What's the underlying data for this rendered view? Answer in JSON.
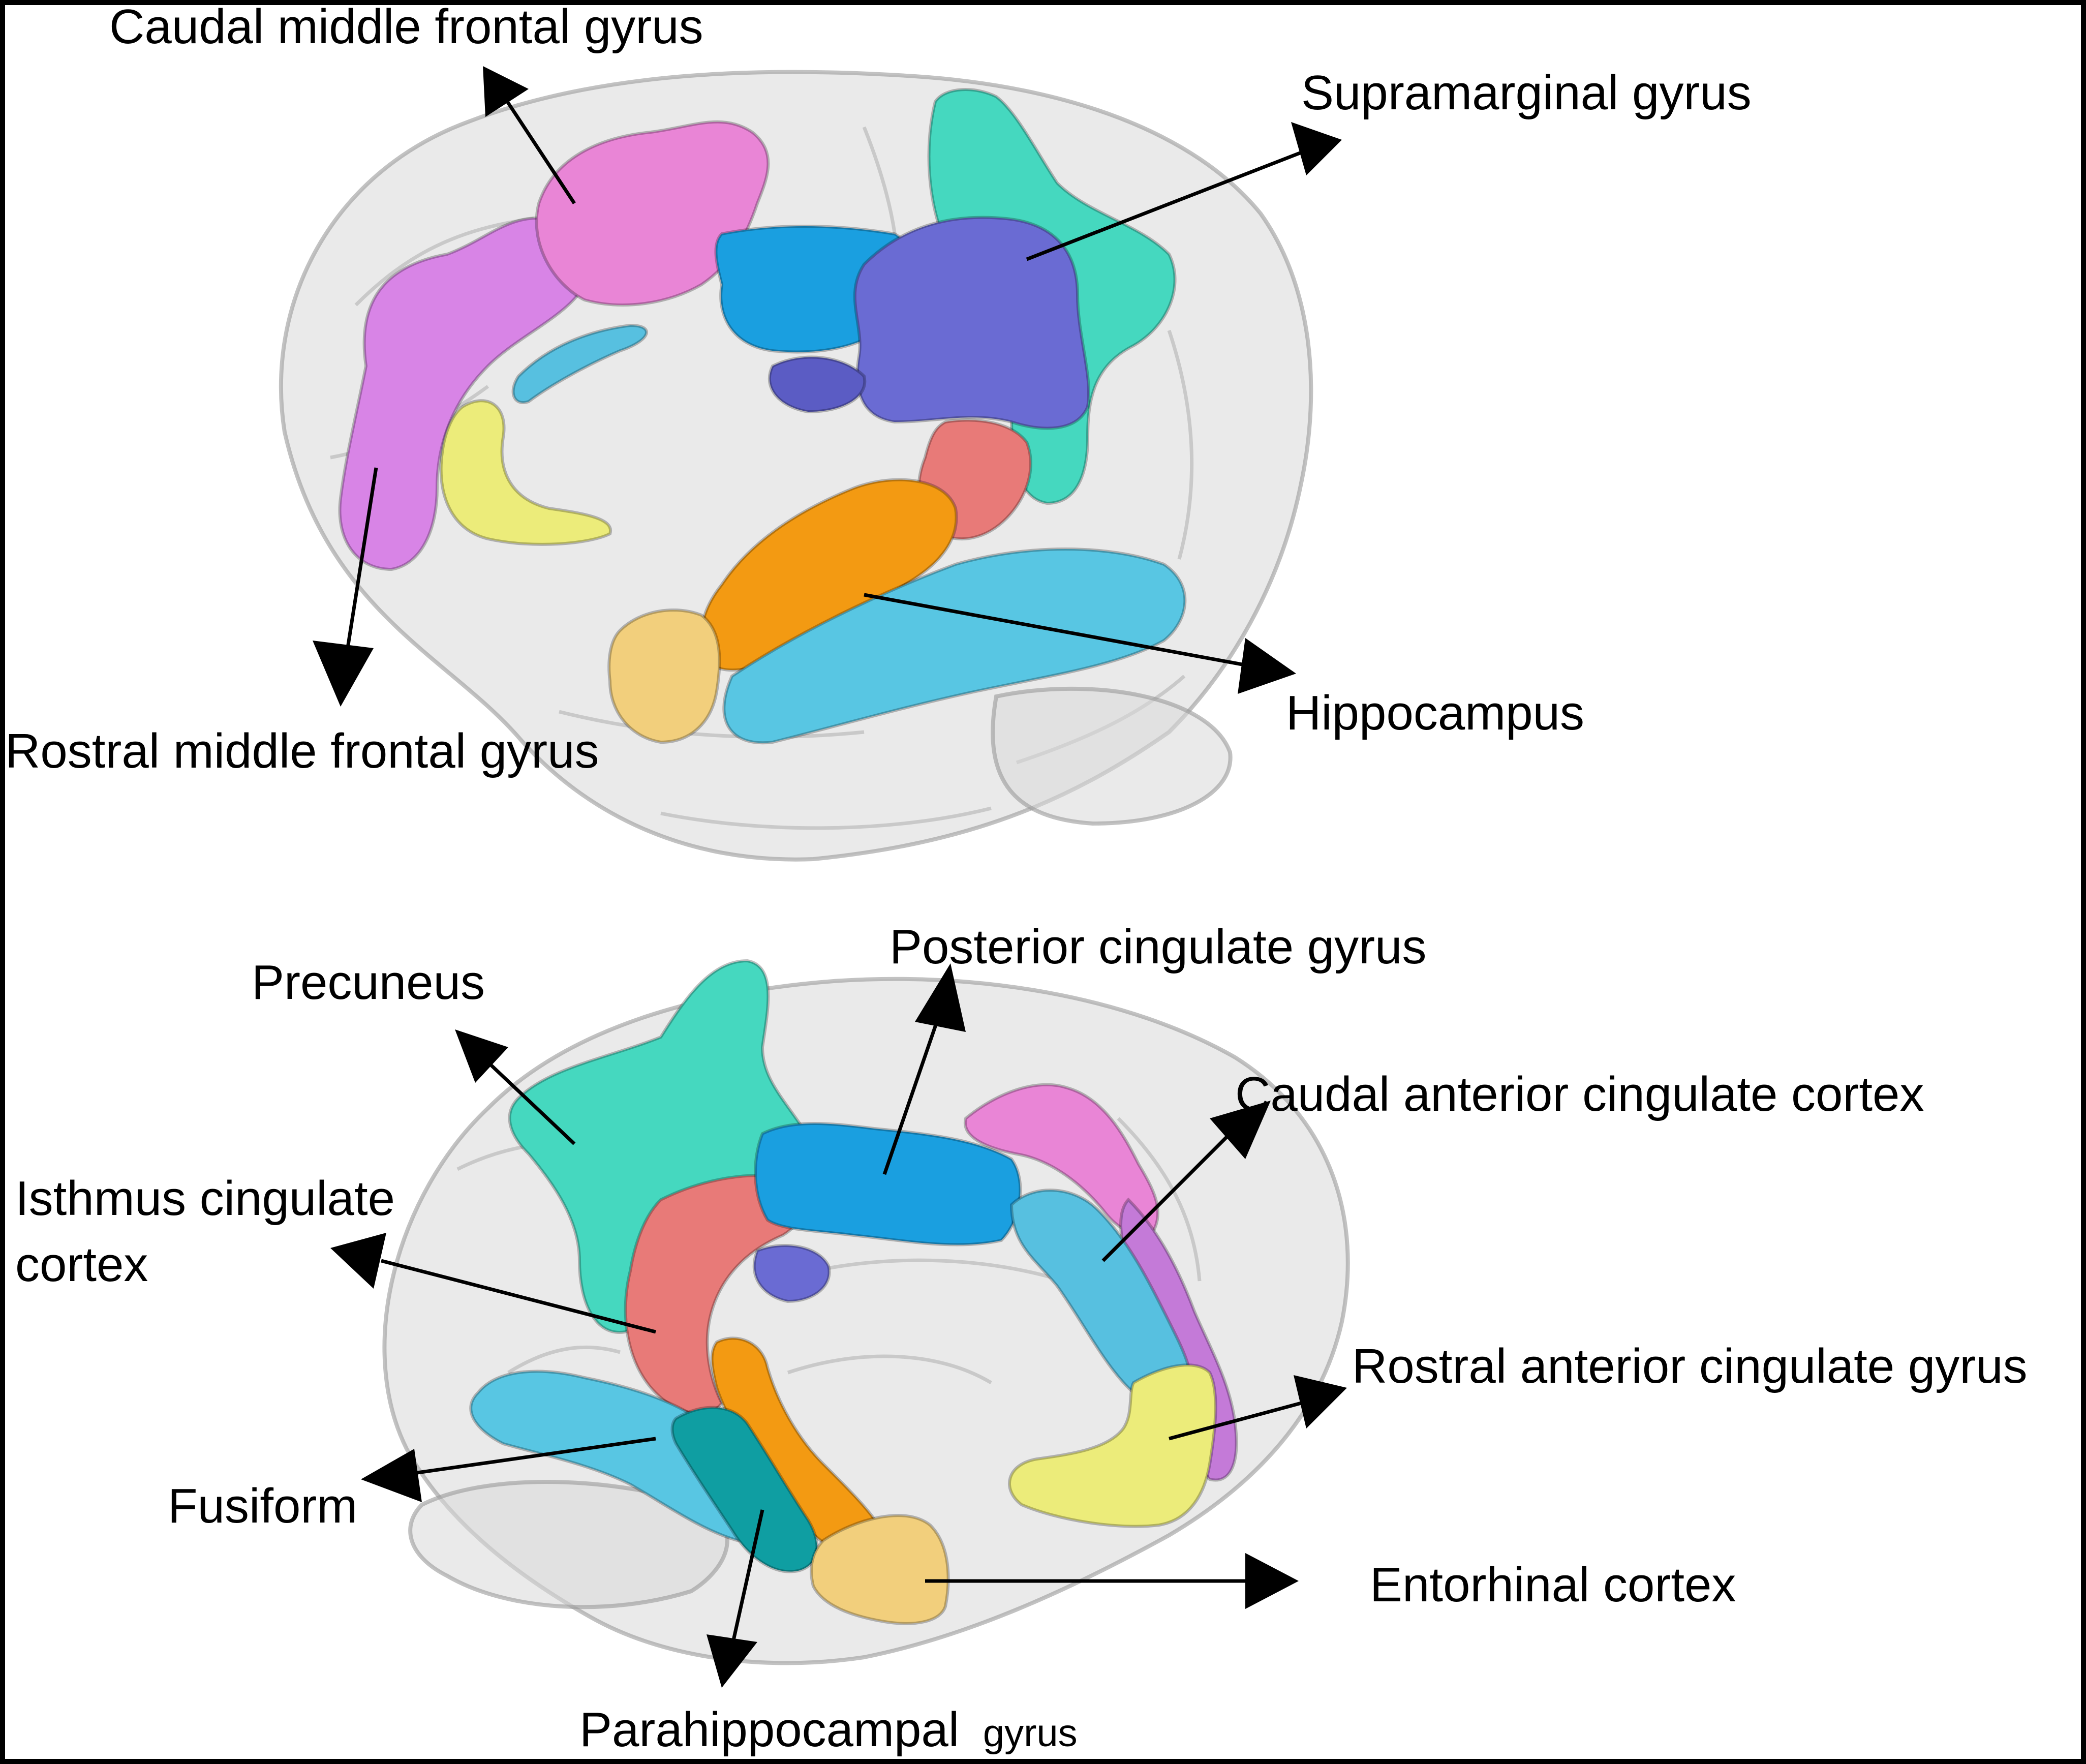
{
  "labels": {
    "caudal_middle_frontal": "Caudal middle frontal gyrus",
    "supramarginal": "Supramarginal gyrus",
    "rostral_middle_frontal": "Rostral middle frontal gyrus",
    "hippocampus": "Hippocampus",
    "precuneus": "Precuneus",
    "posterior_cingulate": "Posterior cingulate gyrus",
    "caudal_anterior_cingulate": "Caudal anterior cingulate cortex",
    "isthmus_cingulate_line1": "Isthmus cingulate",
    "isthmus_cingulate_line2": "cortex",
    "rostral_anterior_cingulate": "Rostral anterior cingulate gyrus",
    "fusiform": "Fusiform",
    "entorhinal": "Entorhinal cortex",
    "parahippocampal_main": "Parahippocampal",
    "parahippocampal_suffix": "gyrus"
  },
  "colors": {
    "caudal_middle_frontal": "#e985d6",
    "rostral_middle_frontal": "#d884e6",
    "posterior_cingulate": "#1a9fe0",
    "supramarginal": "#6a6bd3",
    "precuneus": "#45d8bf",
    "isthmus_cingulate": "#e87a78",
    "rostral_anterior_cingulate": "#ecec7a",
    "hippocampus": "#f39a12",
    "entorhinal": "#f2cf7c",
    "fusiform": "#58c6e3",
    "parahippocampal": "#0f9ea2",
    "caudal_anterior_cingulate": "#57c0e0",
    "brain_shell": "#d9d9d9",
    "border": "#000000"
  }
}
